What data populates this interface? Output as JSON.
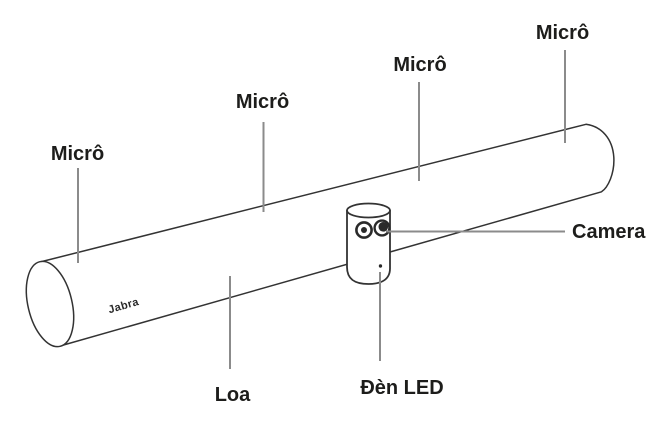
{
  "device": {
    "brand_text": "Jabra"
  },
  "labels": {
    "mic_left": "Micrô",
    "mic_mid_left": "Micrô",
    "mic_mid_right": "Micrô",
    "mic_right": "Micrô",
    "camera": "Camera",
    "speaker": "Loa",
    "led": "Đèn LED"
  },
  "colors": {
    "outline": "#333333",
    "leader_line": "#8b8b8b",
    "label_text": "#1d1d1b",
    "background": "#ffffff"
  }
}
